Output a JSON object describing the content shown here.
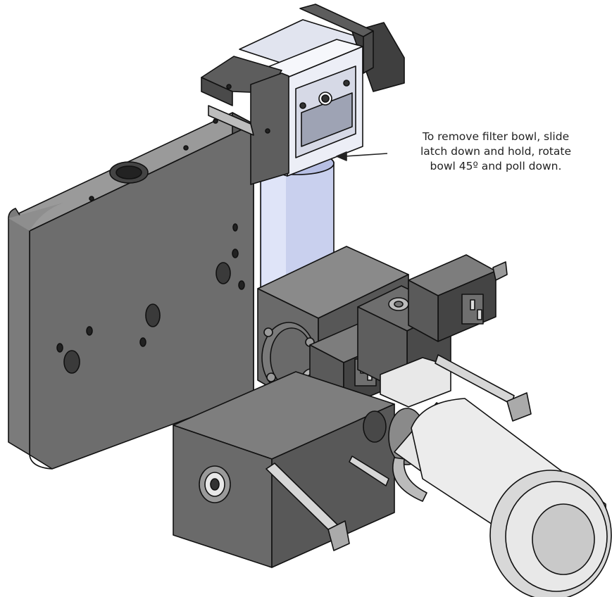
{
  "callout": {
    "lines": [
      "To remove filter bowl, slide",
      "latch down and hold, rotate",
      "bowl 45º and poll down."
    ]
  },
  "colors": {
    "body_gray": "#6d6d6d",
    "body_light": "#8e8e8e",
    "body_dark": "#4a4a4a",
    "outline": "#111111",
    "filter_bowl": "#c9d0ee",
    "housing_white": "#eceef6",
    "canister": "#e6e6e6"
  }
}
